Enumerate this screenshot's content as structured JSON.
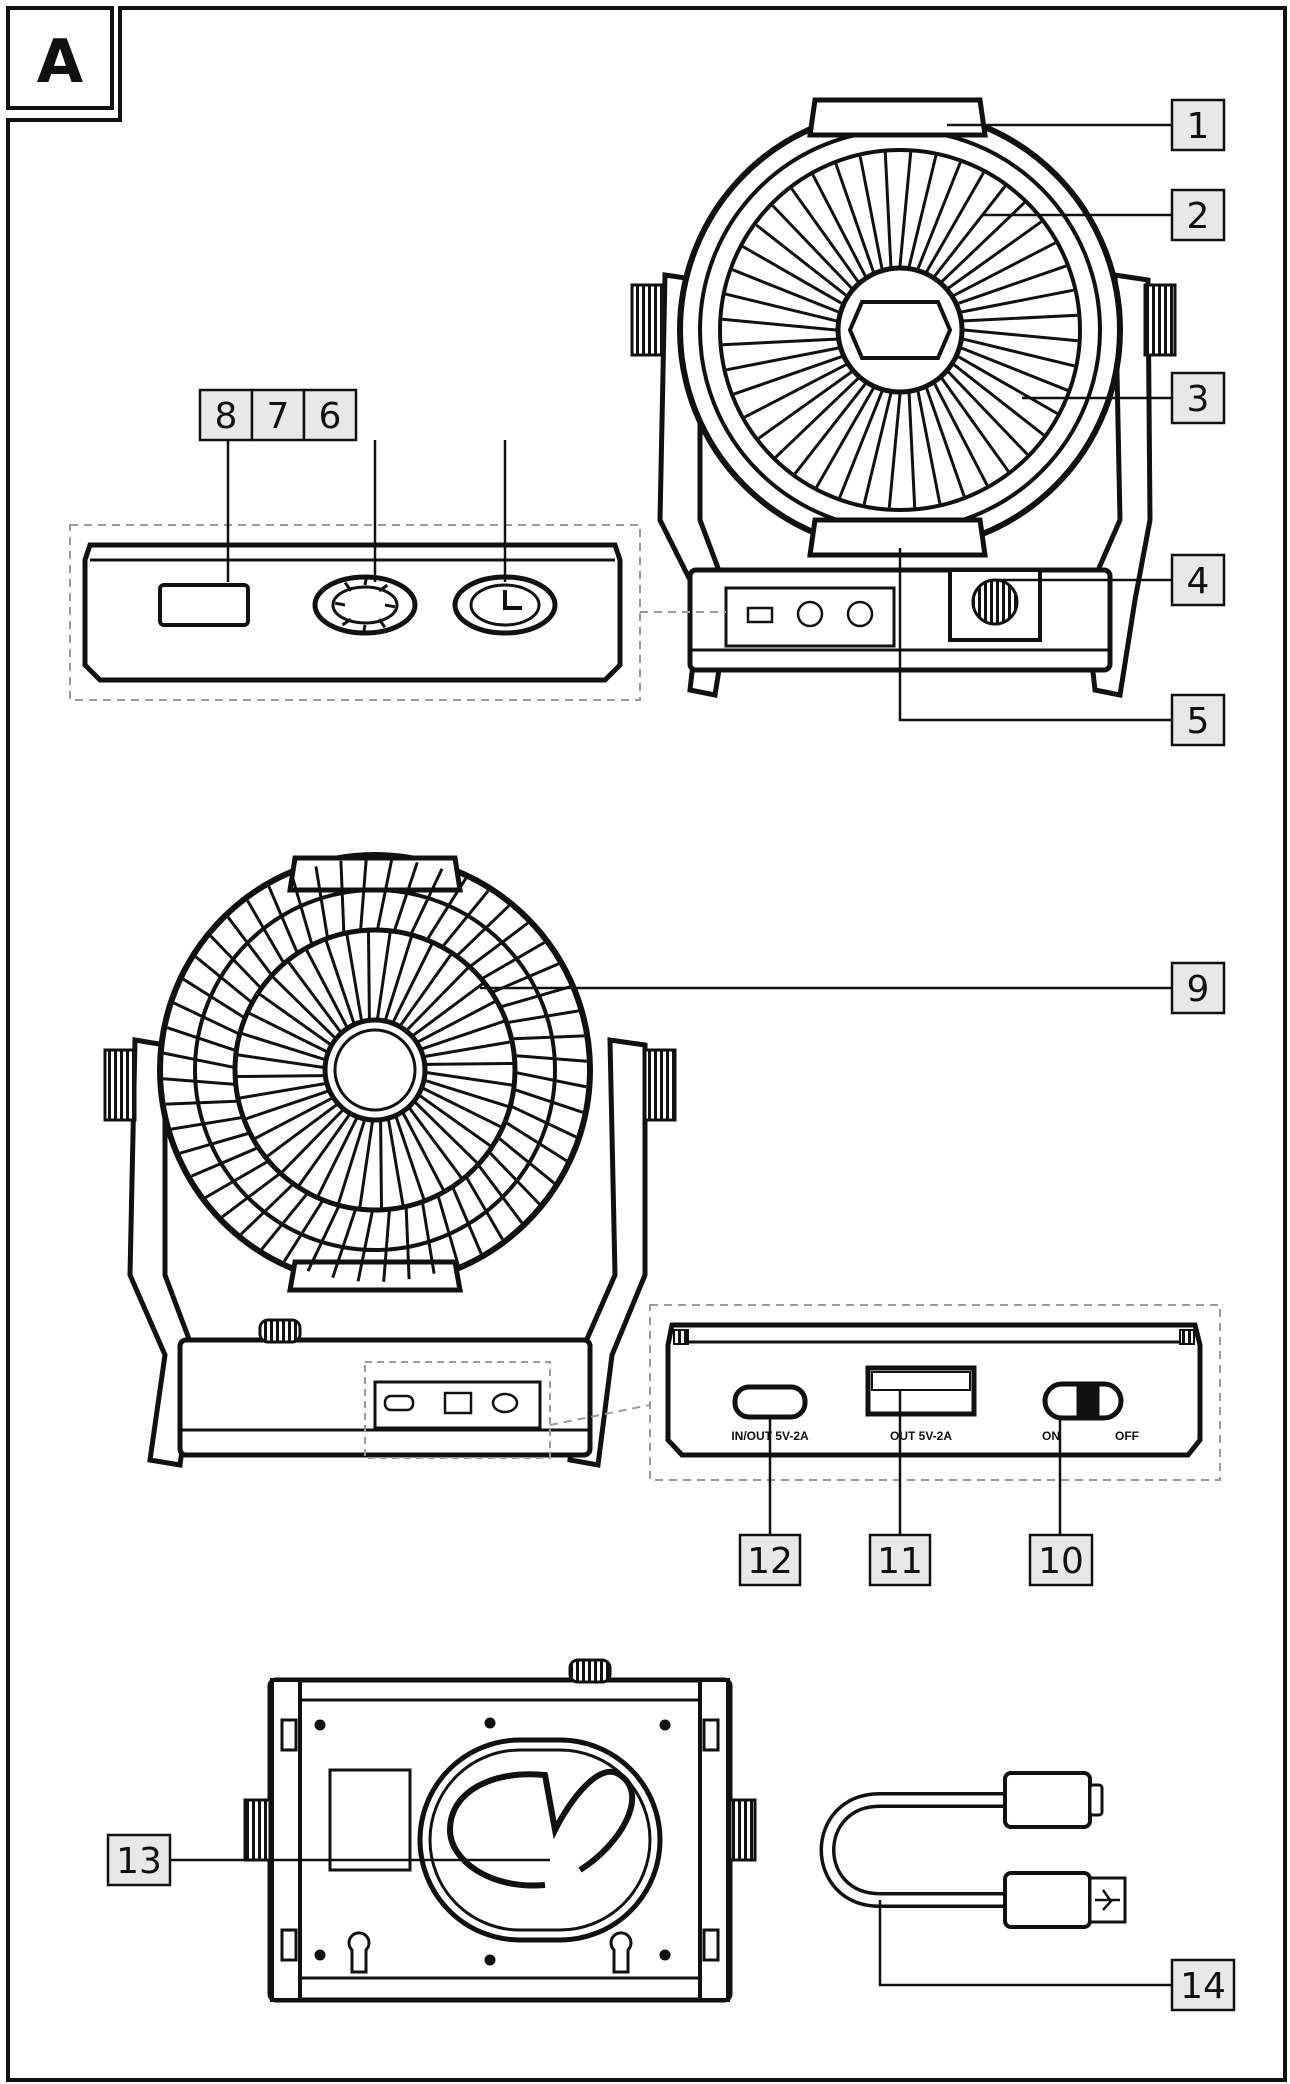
{
  "section_label": "A",
  "callouts": {
    "c1": "1",
    "c2": "2",
    "c3": "3",
    "c4": "4",
    "c5": "5",
    "c6": "6",
    "c7": "7",
    "c8": "8",
    "c9": "9",
    "c10": "10",
    "c11": "11",
    "c12": "12",
    "c13": "13",
    "c14": "14"
  },
  "ports": {
    "usb_c": "IN/OUT 5V-2A",
    "usb_a": "OUT 5V-2A",
    "switch_on": "ON",
    "switch_off": "OFF"
  },
  "colors": {
    "line": "#111111",
    "callout_fill": "#e8e8e8",
    "dashed": "#9a9a9a"
  }
}
